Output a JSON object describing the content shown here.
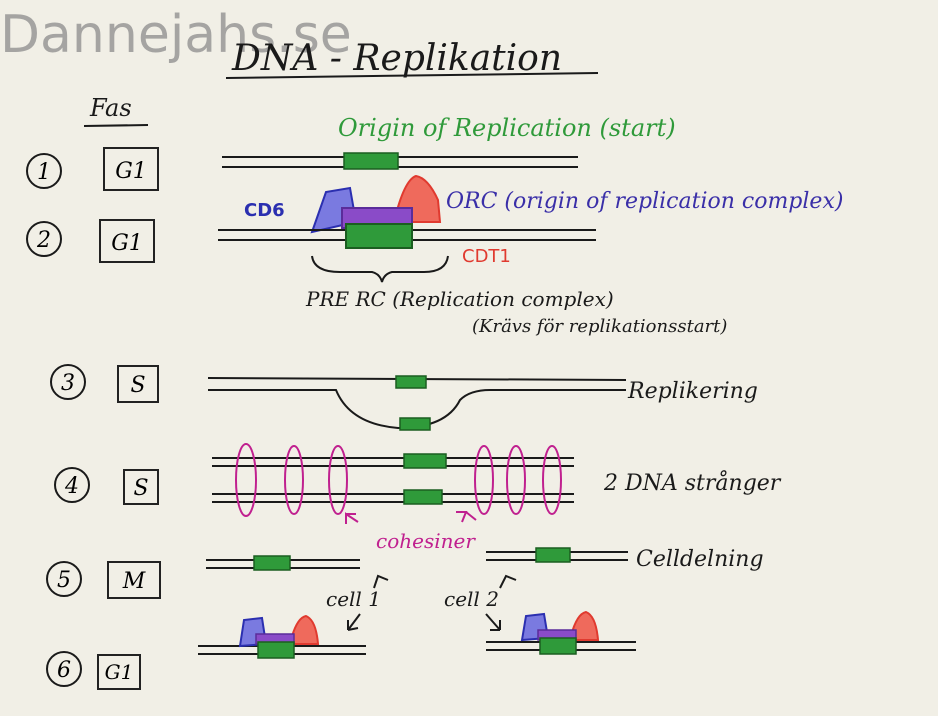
{
  "watermark": "Dannejahs.se",
  "title": "DNA - Replikation",
  "phase_header": "Fas",
  "steps": [
    {
      "number": "1",
      "phase": "G1"
    },
    {
      "number": "2",
      "phase": "G1"
    },
    {
      "number": "3",
      "phase": "S"
    },
    {
      "number": "4",
      "phase": "S"
    },
    {
      "number": "5",
      "phase": "M"
    },
    {
      "number": "6",
      "phase": "G1"
    }
  ],
  "labels": {
    "origin": "Origin of Replication (start)",
    "cdc6": "CD6",
    "orc": "ORC (origin of replication complex)",
    "cdt1": "CDT1",
    "pre_rc_1": "PRE RC (Replication complex)",
    "pre_rc_2": "(Krävs för replikationsstart)",
    "replikering": "Replikering",
    "two_strands": "2 DNA strånger",
    "cohesiner": "cohesiner",
    "celldelning": "Celldelning",
    "cell1": "cell 1",
    "cell2": "cell 2"
  },
  "colors": {
    "ink": "#1a1a1a",
    "green": "#2f9a3a",
    "blue": "#2b2fb0",
    "red": "#e03a2f",
    "purple": "#5a2c9a",
    "magenta": "#c0208f"
  }
}
